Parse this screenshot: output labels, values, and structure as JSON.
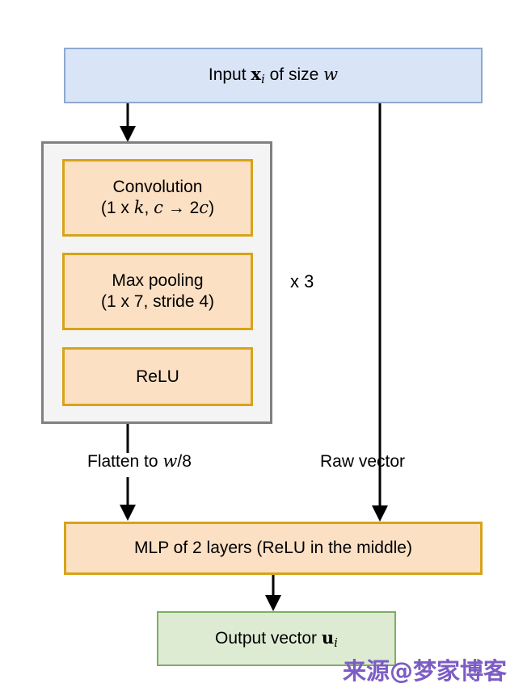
{
  "diagram": {
    "title": "Neural network branch architecture",
    "colors": {
      "input_fill": "#d9e4f7",
      "input_border": "#8ea9d0",
      "stage_fill": "#fce0c3",
      "stage_border": "#d7a318",
      "group_fill": "#f4f4f4",
      "group_border": "#808080",
      "output_fill": "#ddebd3",
      "output_border": "#7dae62",
      "arrow": "#000000",
      "watermark": "#7c5cc4"
    },
    "nodes": {
      "input": {
        "text_plain": "Input x_i of size w",
        "prefix": "Input ",
        "var_bold": "x",
        "var_sub": "i",
        "middle": " of size ",
        "var_size": "w"
      },
      "convolution": {
        "line1": "Convolution",
        "line2_prefix": "(1 x ",
        "line2_k": "k",
        "line2_mid": ", ",
        "line2_c": "c",
        "line2_arrow": " → 2",
        "line2_c2": "c",
        "line2_suffix": ")",
        "text_plain": "Convolution (1 x k, c → 2c)"
      },
      "maxpool": {
        "line1": "Max pooling",
        "line2": "(1 x 7, stride 4)"
      },
      "relu": {
        "line1": "ReLU"
      },
      "mlp": {
        "line1": "MLP of 2 layers (ReLU in the middle)"
      },
      "output": {
        "prefix": "Output vector ",
        "var_bold": "u",
        "var_sub": "i",
        "text_plain": "Output vector u_i"
      }
    },
    "labels": {
      "repeat": "x 3",
      "flatten_prefix": "Flatten to ",
      "flatten_var": "w",
      "flatten_suffix": "/8",
      "flatten_plain": "Flatten to w/8",
      "raw_vector": "Raw vector"
    },
    "watermark": {
      "text": "来源@梦家博客"
    }
  }
}
